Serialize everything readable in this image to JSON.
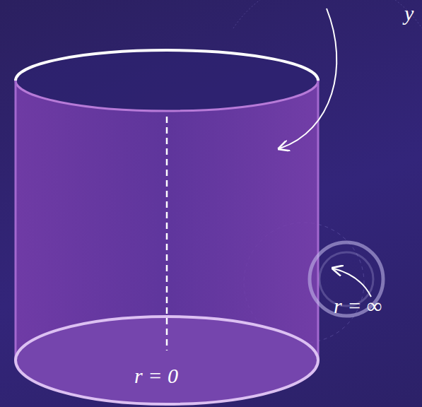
{
  "diagram": {
    "labels": [
      "y",
      "r = 0",
      "r = ∞"
    ]
  }
}
